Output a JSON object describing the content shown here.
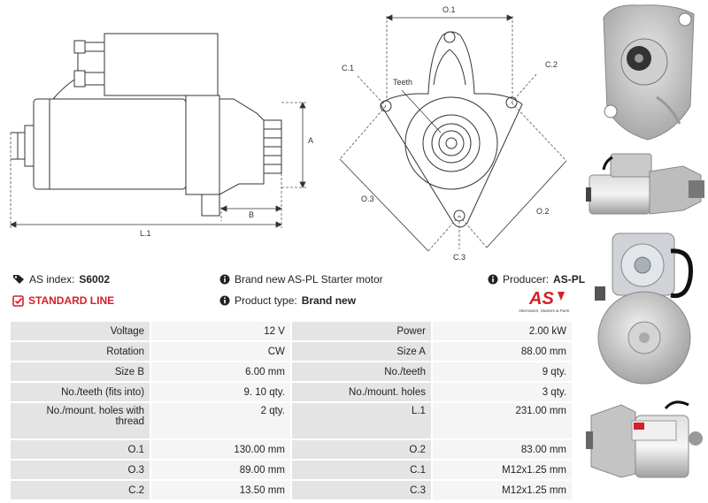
{
  "header": {
    "as_index_label": "AS index:",
    "as_index_value": "S6002",
    "standard_line": "STANDARD LINE",
    "brand_new_text": "Brand new AS-PL Starter motor",
    "product_type_label": "Product type:",
    "product_type_value": "Brand new",
    "producer_label": "Producer:",
    "producer_value": "AS-PL",
    "logo_text": "AS",
    "logo_tagline": "Alternators, Starters & Parts"
  },
  "diagram": {
    "l1": "L.1",
    "a": "A",
    "b": "B",
    "o1": "O.1",
    "o2": "O.2",
    "o3": "O.3",
    "c1": "C.1",
    "c2": "C.2",
    "c3": "C.3",
    "teeth": "Teeth"
  },
  "specs": [
    [
      "Voltage",
      "12 V",
      "Power",
      "2.00 kW"
    ],
    [
      "Rotation",
      "CW",
      "Size A",
      "88.00 mm"
    ],
    [
      "Size B",
      "6.00 mm",
      "No./teeth",
      "9 qty."
    ],
    [
      "No./teeth (fits into)",
      "9. 10 qty.",
      "No./mount. holes",
      "3 qty."
    ],
    [
      "No./mount. holes with thread",
      "2 qty.",
      "L.1",
      "231.00 mm"
    ],
    [
      "O.1",
      "130.00 mm",
      "O.2",
      "83.00 mm"
    ],
    [
      "O.3",
      "89.00 mm",
      "C.1",
      "M12x1.25 mm"
    ],
    [
      "C.2",
      "13.50 mm",
      "C.3",
      "M12x1.25 mm"
    ]
  ],
  "colors": {
    "accent": "#d6202a",
    "label_bg": "#e4e4e4",
    "value_bg": "#f5f5f5"
  },
  "icons": [
    "tag-icon",
    "check-square-icon",
    "info-icon"
  ]
}
